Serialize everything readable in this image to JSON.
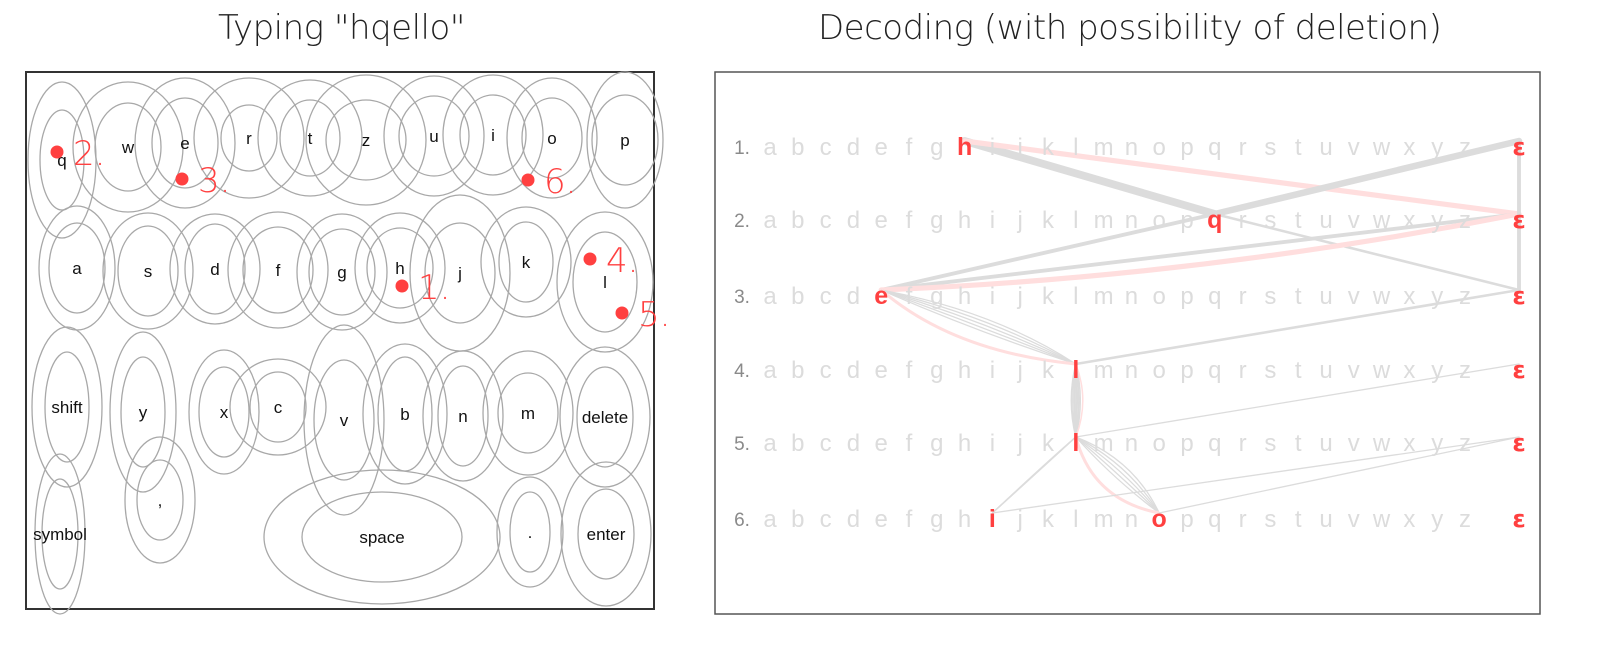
{
  "left_panel": {
    "title": "Typing \"hqello\"",
    "keys": [
      "q",
      "w",
      "e",
      "r",
      "t",
      "z",
      "u",
      "i",
      "o",
      "p",
      "a",
      "s",
      "d",
      "f",
      "g",
      "h",
      "j",
      "k",
      "l",
      "shift",
      "y",
      "x",
      "c",
      "v",
      "b",
      "n",
      "m",
      "delete",
      "symbol",
      ",",
      "space",
      ".",
      "enter"
    ],
    "touch_labels": [
      "1.",
      "2.",
      "3.",
      "4.",
      "5.",
      "6."
    ]
  },
  "right_panel": {
    "title": "Decoding (with possibility of deletion)",
    "row_labels": [
      "1.",
      "2.",
      "3.",
      "4.",
      "5.",
      "6."
    ],
    "alphabet": [
      "a",
      "b",
      "c",
      "d",
      "e",
      "f",
      "g",
      "h",
      "i",
      "j",
      "k",
      "l",
      "m",
      "n",
      "o",
      "p",
      "q",
      "r",
      "s",
      "t",
      "u",
      "v",
      "w",
      "x",
      "y",
      "z"
    ],
    "epsilon": "ε",
    "selected": [
      [
        "h"
      ],
      [
        "q"
      ],
      [
        "e"
      ],
      [
        "l"
      ],
      [
        "l"
      ],
      [
        "i",
        "o"
      ]
    ],
    "edges": [
      {
        "from": "1h",
        "to": "2q",
        "kind": "gray",
        "weight": 6
      },
      {
        "from": "1h",
        "to": "2ε",
        "kind": "pink",
        "weight": 4
      },
      {
        "from": "2q",
        "to": "1ε",
        "kind": "gray",
        "weight": 5
      },
      {
        "from": "2q",
        "to": "3ε",
        "kind": "gray",
        "weight": 2
      },
      {
        "from": "3e",
        "to": "2q",
        "kind": "gray",
        "weight": 3
      },
      {
        "from": "3e",
        "to": "2ε",
        "kind": "gray",
        "weight": 3
      },
      {
        "from": "3e",
        "to": "2ε",
        "kind": "pink",
        "weight": 4
      },
      {
        "from": "3e",
        "to": "4l",
        "kind": "gray",
        "weight": 3
      },
      {
        "from": "3e",
        "to": "4l",
        "kind": "pink",
        "weight": 3
      },
      {
        "from": "4l",
        "to": "3ε",
        "kind": "gray",
        "weight": 2
      },
      {
        "from": "4l",
        "to": "5l",
        "kind": "gray",
        "weight": 2
      },
      {
        "from": "4l",
        "to": "5l",
        "kind": "pink",
        "weight": 2
      },
      {
        "from": "5l",
        "to": "4ε",
        "kind": "gray",
        "weight": 1
      },
      {
        "from": "5l",
        "to": "6i",
        "kind": "gray",
        "weight": 2
      },
      {
        "from": "5l",
        "to": "6o",
        "kind": "gray",
        "weight": 2
      },
      {
        "from": "5l",
        "to": "6o",
        "kind": "pink",
        "weight": 2
      },
      {
        "from": "6i",
        "to": "5ε",
        "kind": "gray",
        "weight": 1
      },
      {
        "from": "6o",
        "to": "5ε",
        "kind": "gray",
        "weight": 1
      },
      {
        "from": "1ε",
        "to": "3ε",
        "kind": "gray",
        "weight": 3
      }
    ],
    "colors": {
      "highlight": "#ff4040",
      "pink": "#ffdede",
      "gray": "#dcdcdc",
      "letters": "#dcdcdc",
      "row_label": "#8a8a8a"
    }
  }
}
